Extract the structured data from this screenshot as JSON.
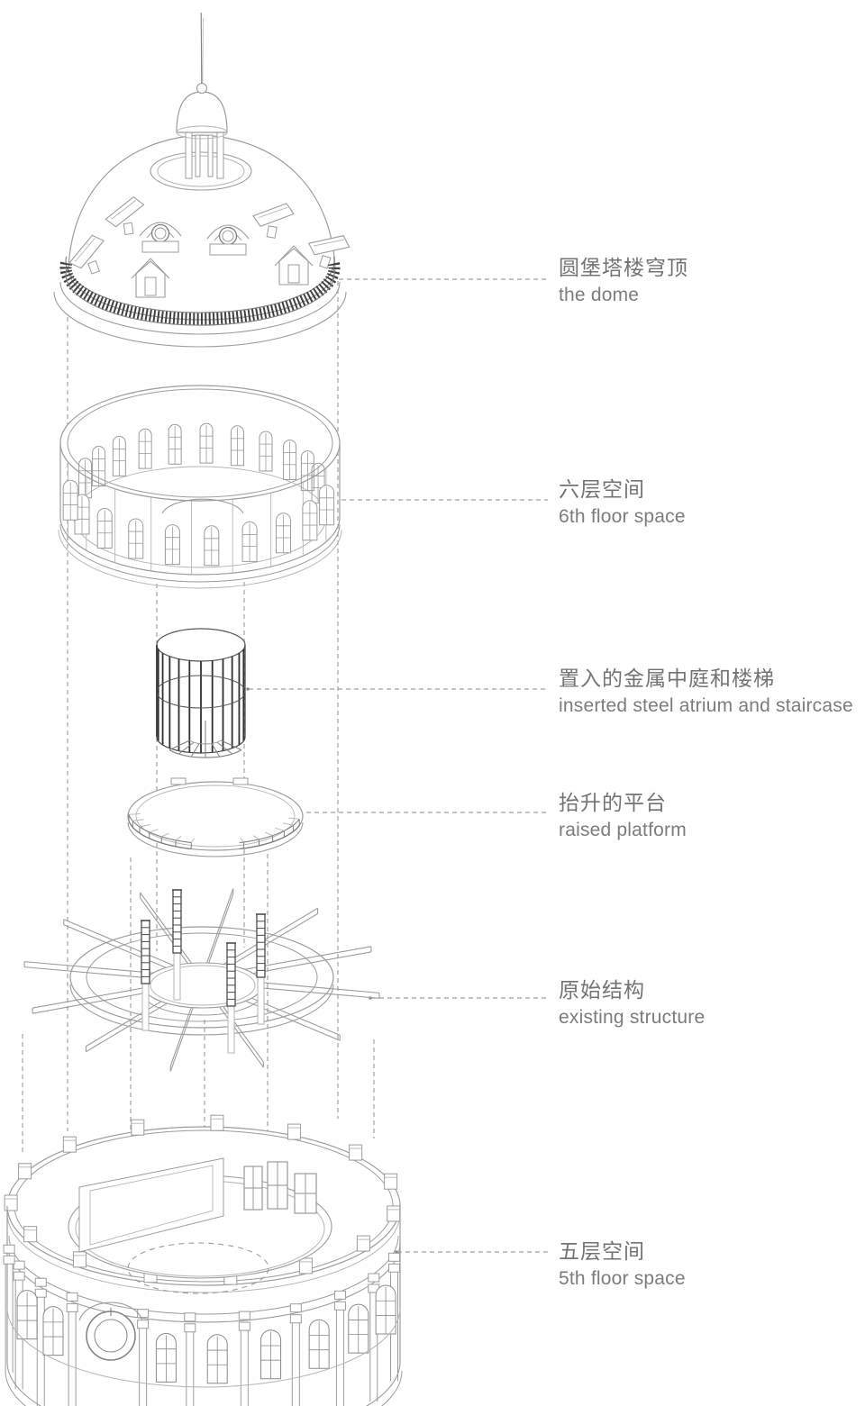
{
  "diagram": {
    "type": "exploded-axonometric",
    "labels": [
      {
        "zh": "圆堡塔楼穹顶",
        "en": "the dome"
      },
      {
        "zh": "六层空间",
        "en": "6th floor space"
      },
      {
        "zh": "置入的金属中庭和楼梯",
        "en": "inserted steel atrium and staircase"
      },
      {
        "zh": "抬升的平台",
        "en": "raised platform"
      },
      {
        "zh": "原始结构",
        "en": "existing structure"
      },
      {
        "zh": "五层空间",
        "en": "5th floor space"
      }
    ],
    "colors": {
      "background": "#ffffff",
      "line": "#9c9c9c",
      "light_line": "#b5b5b5",
      "medium_line": "#7f7f7f",
      "dark_line": "#3f3f3f",
      "leader": "#a0a0a0",
      "text": "#737373"
    }
  }
}
